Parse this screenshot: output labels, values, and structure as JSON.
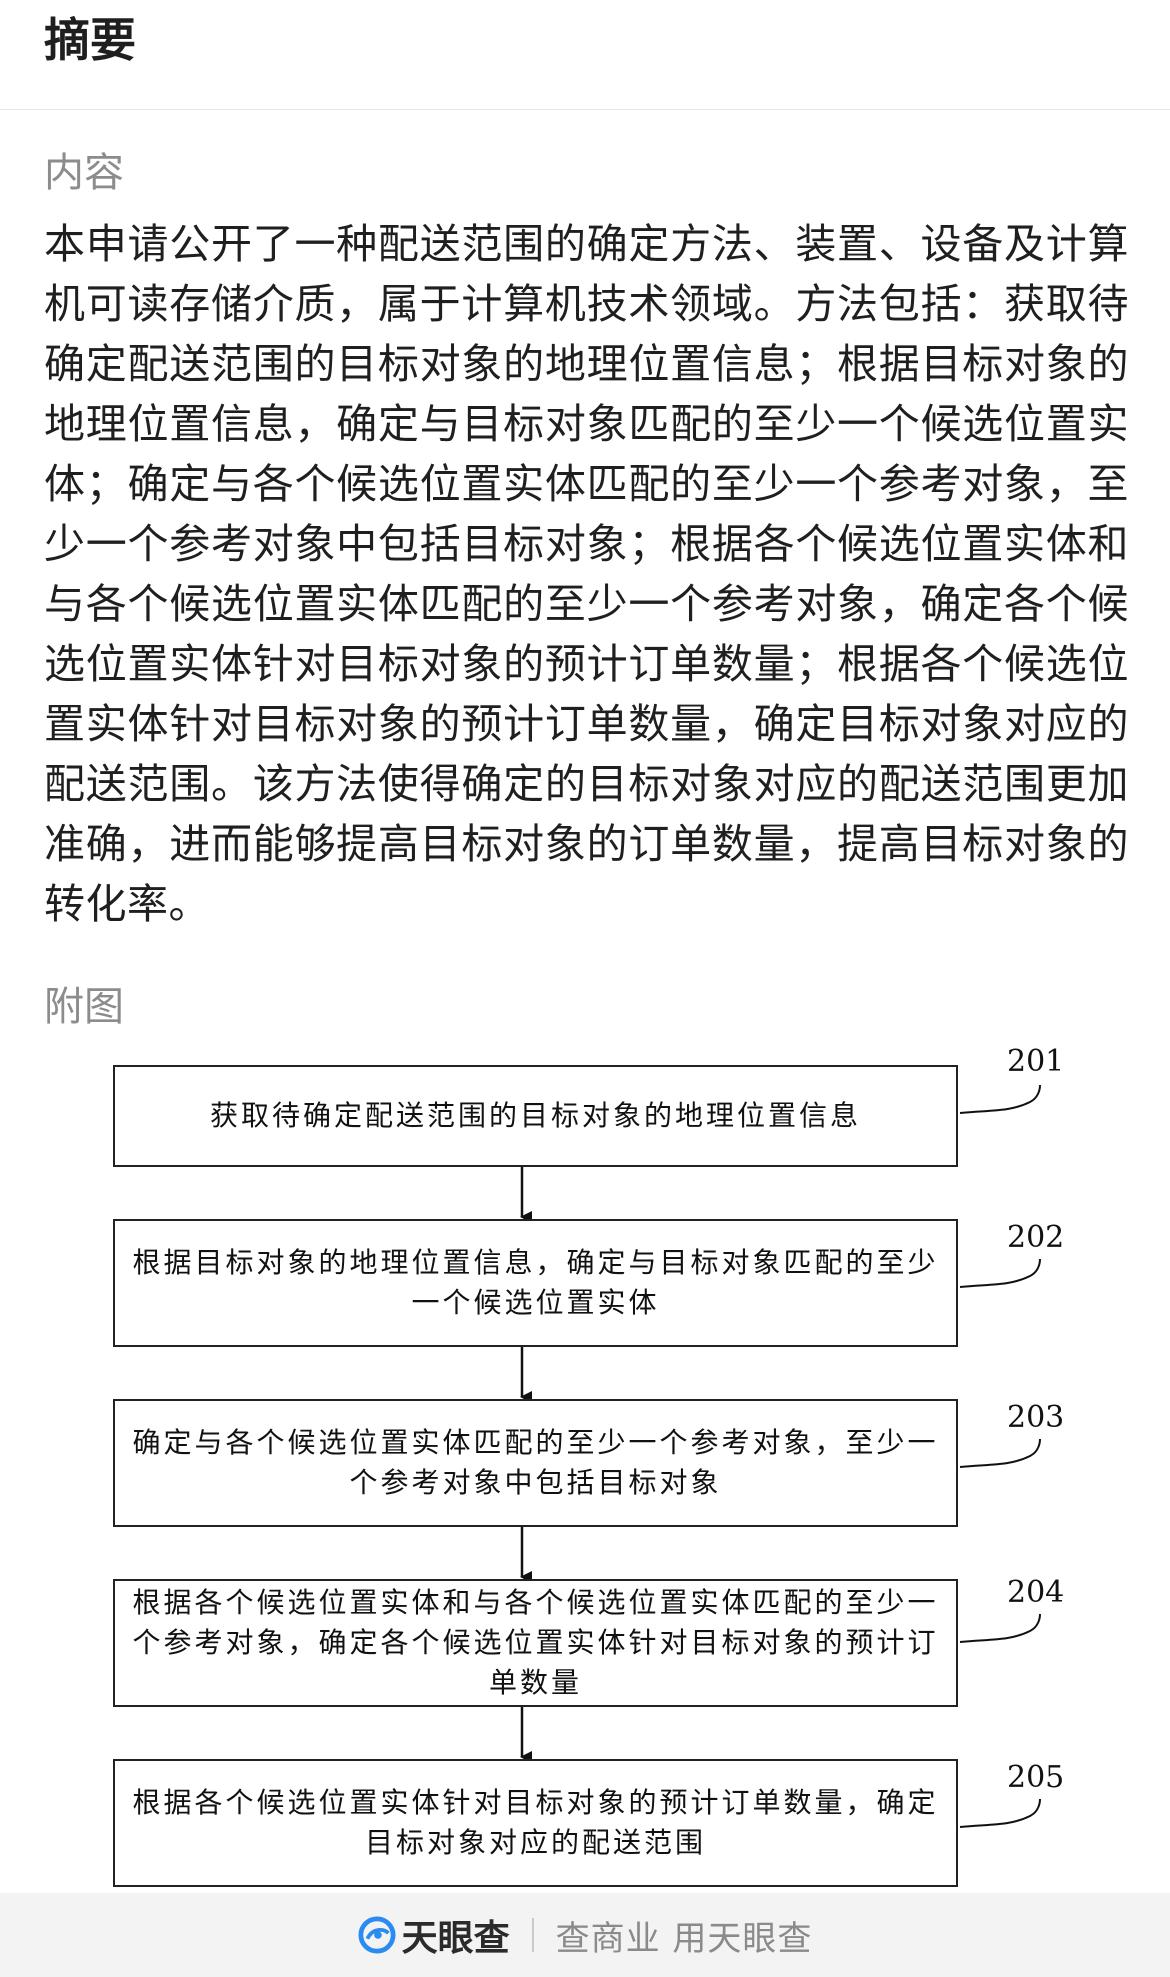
{
  "header": {
    "title": "摘要"
  },
  "content": {
    "label": "内容",
    "abstract": "本申请公开了一种配送范围的确定方法、装置、设备及计算机可读存储介质，属于计算机技术领域。方法包括：获取待确定配送范围的目标对象的地理位置信息；根据目标对象的地理位置信息，确定与目标对象匹配的至少一个候选位置实体；确定与各个候选位置实体匹配的至少一个参考对象，至少一个参考对象中包括目标对象；根据各个候选位置实体和与各个候选位置实体匹配的至少一个参考对象，确定各个候选位置实体针对目标对象的预计订单数量；根据各个候选位置实体针对目标对象的预计订单数量，确定目标对象对应的配送范围。该方法使得确定的目标对象对应的配送范围更加准确，进而能够提高目标对象的订单数量，提高目标对象的转化率。"
  },
  "figure": {
    "label": "附图",
    "steps": [
      {
        "number": "201",
        "text": "获取待确定配送范围的目标对象的地理位置信息"
      },
      {
        "number": "202",
        "text": "根据目标对象的地理位置信息，确定与目标对象匹配的至少一个候选位置实体"
      },
      {
        "number": "203",
        "text": "确定与各个候选位置实体匹配的至少一个参考对象，至少一个参考对象中包括目标对象"
      },
      {
        "number": "204",
        "text": "根据各个候选位置实体和与各个候选位置实体匹配的至少一个参考对象，确定各个候选位置实体针对目标对象的预计订单数量"
      },
      {
        "number": "205",
        "text": "根据各个候选位置实体针对目标对象的预计订单数量，确定目标对象对应的配送范围"
      }
    ]
  },
  "footer": {
    "brand": "天眼查",
    "slogan": "查商业 用天眼查",
    "logo_icon": "tianyancha-logo-icon",
    "brand_color": "#2a8cf0"
  }
}
